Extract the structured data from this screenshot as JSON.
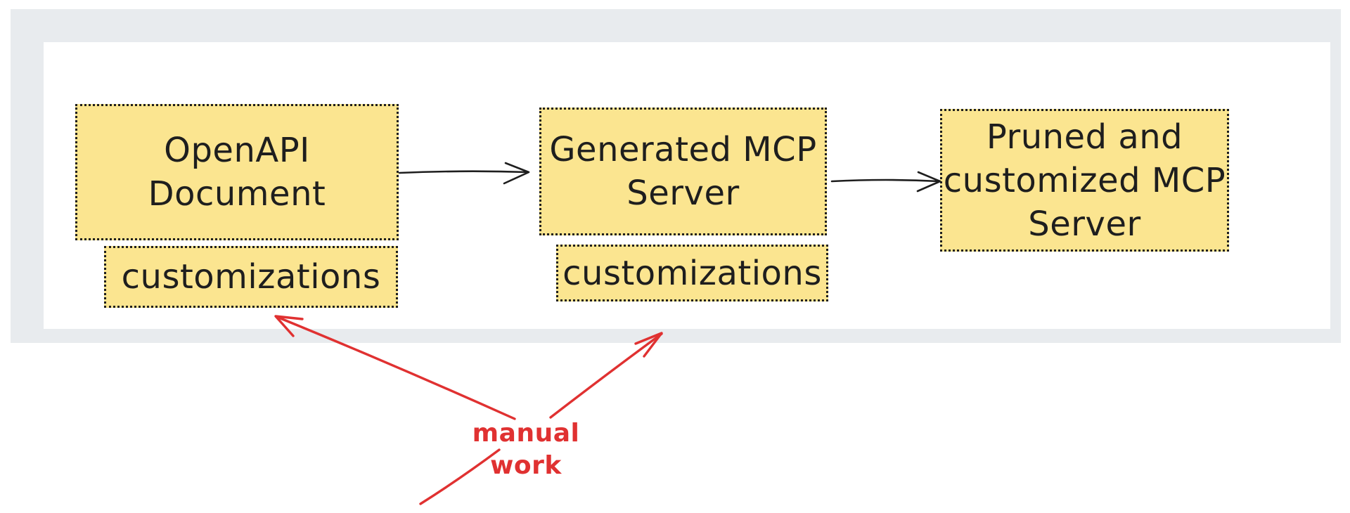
{
  "nodes": [
    {
      "id": "openapi-document",
      "label": "OpenAPI\nDocument"
    },
    {
      "id": "customizations-left",
      "label": "customizations"
    },
    {
      "id": "generated-mcp-server",
      "label": "Generated MCP\nServer"
    },
    {
      "id": "customizations-right",
      "label": "customizations"
    },
    {
      "id": "pruned-customized-mcp-server",
      "label": "Pruned and\ncustomized MCP\nServer"
    }
  ],
  "edges": [
    {
      "id": "openapi-to-generated",
      "from": "openapi-document",
      "to": "generated-mcp-server",
      "color": "#1e1e1e"
    },
    {
      "id": "generated-to-pruned",
      "from": "generated-mcp-server",
      "to": "pruned-customized-mcp-server",
      "color": "#1e1e1e"
    }
  ],
  "annotation": {
    "label": "manual work",
    "color": "#e03131",
    "targets": [
      "customizations-left",
      "customizations-right"
    ]
  },
  "colors": {
    "ink": "#1e1e1e",
    "red": "#e03131",
    "node_fill": "#fbe590",
    "node_border": "#1e1e1e",
    "frame_gray": "#e8ebee",
    "canvas": "#ffffff"
  }
}
